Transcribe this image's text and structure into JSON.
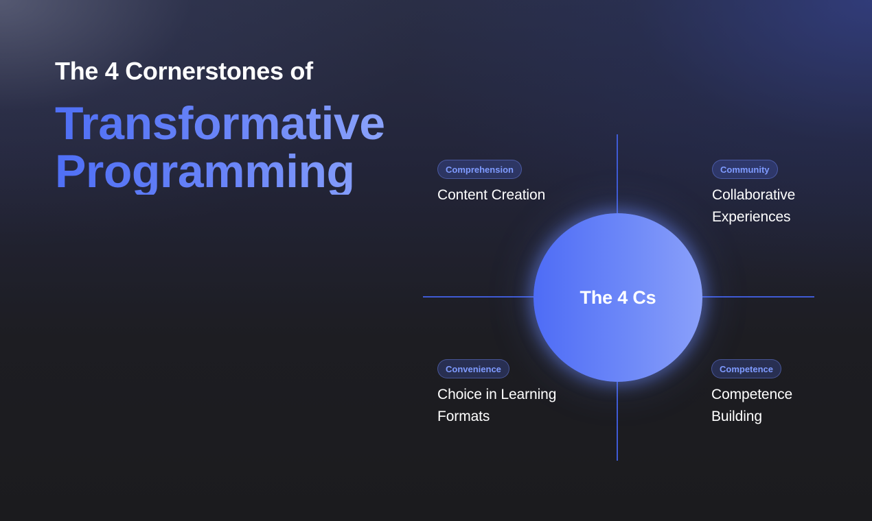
{
  "headline": {
    "pre": "The 4 Cornerstones of",
    "line1": "Transformative",
    "line2": "Programming"
  },
  "center": {
    "label": "The 4 Cs"
  },
  "quadrants": [
    {
      "tag": "Comprehension",
      "title": "Content Creation"
    },
    {
      "tag": "Community",
      "title": "Collaborative\nExperiences"
    },
    {
      "tag": "Convenience",
      "title": "Choice in Learning\nFormats"
    },
    {
      "tag": "Competence",
      "title": "Competence\nBuilding"
    }
  ],
  "colors": {
    "accent": "#5b78f7",
    "accent_light": "#8aa2fb",
    "pill_text": "#7f9bff",
    "axis_line": "#3f5bd6",
    "background": "#1b1b1e"
  }
}
